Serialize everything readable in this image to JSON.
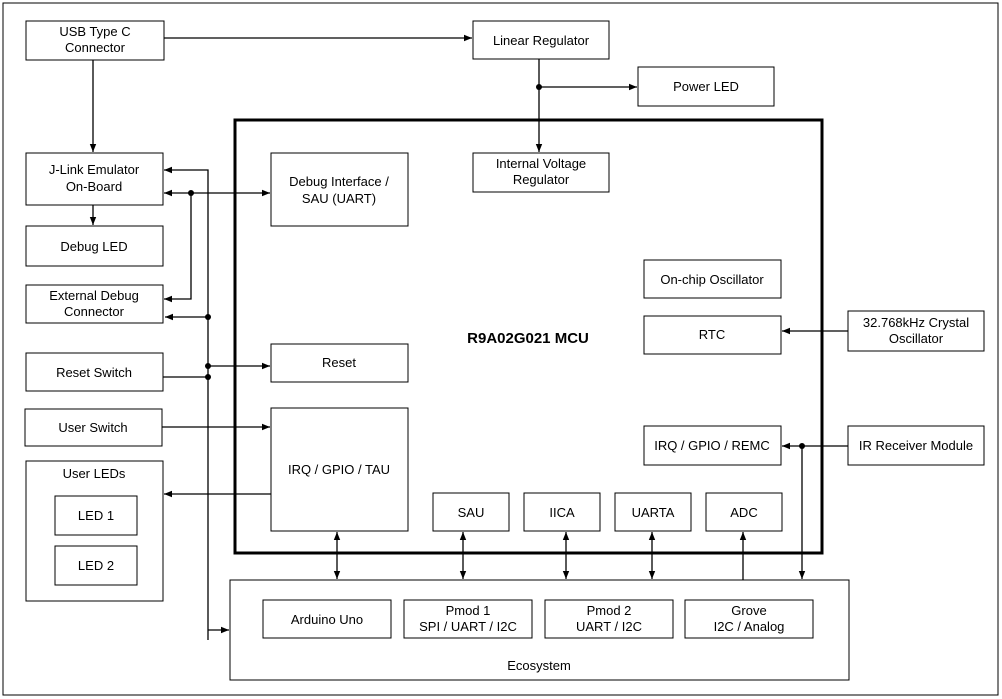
{
  "blocks": {
    "usb_type_c": [
      "USB Type C",
      "Connector"
    ],
    "linear_regulator": [
      "Linear Regulator"
    ],
    "power_led": [
      "Power LED"
    ],
    "jlink_emulator": [
      "J-Link Emulator",
      "On-Board"
    ],
    "debug_led": [
      "Debug LED"
    ],
    "external_debug": [
      "External Debug",
      "Connector"
    ],
    "reset_switch": [
      "Reset Switch"
    ],
    "user_switch": [
      "User Switch"
    ],
    "user_leds": [
      "User LEDs"
    ],
    "led1": [
      "LED 1"
    ],
    "led2": [
      "LED 2"
    ],
    "mcu": [
      "R9A02G021 MCU"
    ],
    "internal_voltage_regulator": [
      "Internal Voltage",
      "Regulator"
    ],
    "debug_interface": [
      "Debug Interface /",
      "SAU (UART)"
    ],
    "reset": [
      "Reset"
    ],
    "irq_gpio_tau": [
      "IRQ / GPIO / TAU"
    ],
    "onchip_oscillator": [
      "On-chip Oscillator"
    ],
    "rtc": [
      "RTC"
    ],
    "irq_gpio_remc": [
      "IRQ / GPIO / REMC"
    ],
    "sau": [
      "SAU"
    ],
    "iica": [
      "IICA"
    ],
    "uarta": [
      "UARTA"
    ],
    "adc": [
      "ADC"
    ],
    "crystal": [
      "32.768kHz Crystal",
      "Oscillator"
    ],
    "ir_receiver": [
      "IR Receiver Module"
    ],
    "ecosystem": [
      "Ecosystem"
    ],
    "arduino_uno": [
      "Arduino Uno"
    ],
    "pmod1": [
      "Pmod 1",
      "SPI / UART / I2C"
    ],
    "pmod2": [
      "Pmod 2",
      "UART / I2C"
    ],
    "grove": [
      "Grove",
      "I2C / Analog"
    ]
  }
}
